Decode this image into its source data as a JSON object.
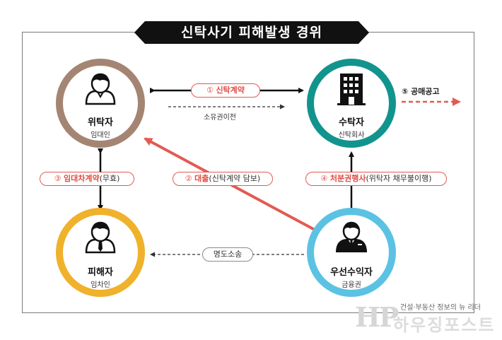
{
  "title": "신탁사기 피해발생 경위",
  "nodes": {
    "trustor": {
      "name": "위탁자",
      "sub": "임대인",
      "icon": "person-icon",
      "color": "#a48573"
    },
    "trustee": {
      "name": "수탁자",
      "sub": "신탁회사",
      "icon": "building-icon",
      "color": "#12948e"
    },
    "victim": {
      "name": "피해자",
      "sub": "임차인",
      "icon": "person-icon",
      "color": "#f0b12b"
    },
    "beneficiary": {
      "name": "우선수익자",
      "sub": "금융권",
      "icon": "businessman-icon",
      "color": "#5bc2e3"
    }
  },
  "edges": {
    "trust_contract": {
      "num": "①",
      "text": "신탁계약"
    },
    "ownership_transfer": "소유권이전",
    "loan": {
      "num": "②",
      "text": "대출",
      "detail": "(신탁계약 담보)"
    },
    "lease": {
      "num": "③",
      "text": "임대차계약",
      "detail": "(무효)"
    },
    "disposal": {
      "num": "④",
      "text": "처분권행사",
      "detail": "(위탁자 채무불이행)"
    },
    "public_notice": "⑤ 공매공고",
    "eviction": "명도소송"
  },
  "watermark": {
    "logo": "HP",
    "tagline": "건설·부동산 정보의 뉴 리더",
    "name": "하우징포스트"
  },
  "colors": {
    "accent_red": "#e35a52",
    "banner": "#111111"
  }
}
